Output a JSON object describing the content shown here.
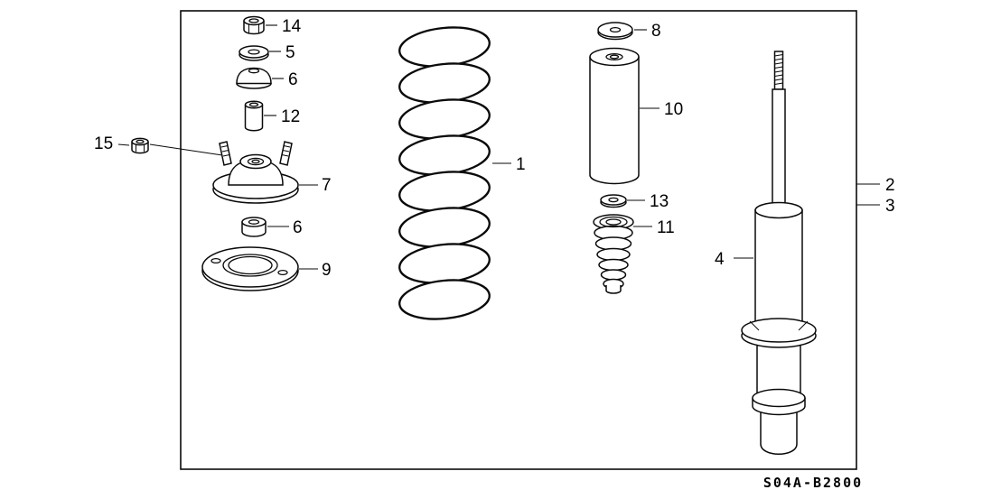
{
  "callouts": {
    "1": "1",
    "2": "2",
    "3": "3",
    "4": "4",
    "5": "5",
    "6_upper": "6",
    "6_lower": "6",
    "7": "7",
    "8": "8",
    "9": "9",
    "10": "10",
    "11": "11",
    "12": "12",
    "13": "13",
    "14": "14",
    "15": "15"
  },
  "footer": {
    "part_code": "S04A-B2800"
  }
}
